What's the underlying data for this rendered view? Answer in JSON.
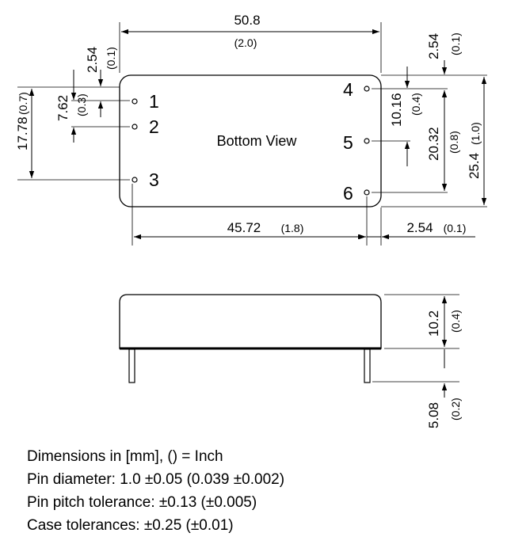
{
  "bottom_view": {
    "label": "Bottom View",
    "pins": [
      "1",
      "2",
      "3",
      "4",
      "5",
      "6"
    ],
    "dims": {
      "width_mm": "50.8",
      "width_in": "(2.0)",
      "pin_span_mm": "45.72",
      "pin_span_in": "(1.8)",
      "pin_edge_mm": "2.54",
      "pin_edge_in": "(0.1)",
      "left_top_offset_mm": "2.54",
      "left_top_offset_in": "(0.1)",
      "left_pitch_mm": "7.62",
      "left_pitch_in": "(0.3)",
      "left_span_mm": "17.78",
      "left_span_in": "(0.7)",
      "right_top_offset_mm": "2.54",
      "right_top_offset_in": "(0.1)",
      "right_pitch_mm": "10.16",
      "right_pitch_in": "(0.4)",
      "right_span_mm": "20.32",
      "right_span_in": "(0.8)",
      "height_mm": "25.4",
      "height_in": "(1.0)"
    }
  },
  "side_view": {
    "dims": {
      "height_mm": "10.2",
      "height_in": "(0.4)",
      "pin_length_mm": "5.08",
      "pin_length_in": "(0.2)"
    }
  },
  "notes": [
    "Dimensions in [mm], () = Inch",
    "Pin diameter: 1.0 ±0.05 (0.039 ±0.002)",
    "Pin pitch tolerance: ±0.13 (±0.005)",
    "Case tolerances: ±0.25 (±0.01)"
  ]
}
